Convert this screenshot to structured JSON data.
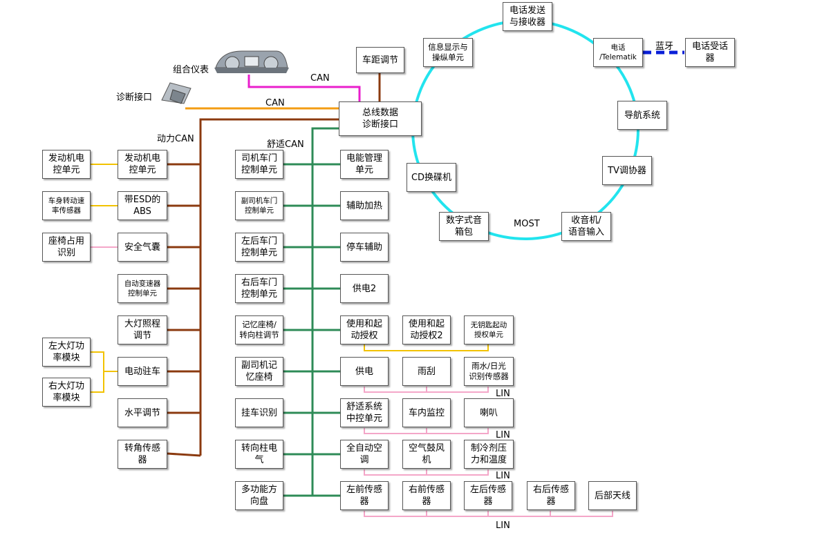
{
  "colors": {
    "powertrain_can": "#8B3A0F",
    "comfort_can": "#2E8B57",
    "diagnostic_can": "#F39C12",
    "cluster_can": "#E91ECC",
    "most_ring": "#22E4EE",
    "bluetooth": "#0A1FD8",
    "sub_link_yellow": "#F2C200",
    "lin_pink": "#F4A6C8"
  },
  "labels": {
    "can_cluster": "CAN",
    "can_diag": "CAN",
    "powertrain_can": "动力CAN",
    "comfort_can": "舒适CAN",
    "most": "MOST",
    "bluetooth": "蓝牙",
    "cluster": "组合仪表",
    "diag_port": "诊断接口",
    "lin": "LIN"
  },
  "icons": {
    "cluster": "instrument-cluster-icon",
    "diag_port": "diagnostic-port-icon"
  },
  "gateway": "总线数据\n诊断接口",
  "distance_control": "车距调节",
  "powertrain": {
    "ecus": [
      "发动机电\n控单元",
      "带ESD的\nABS",
      "安全气囊",
      "自动变速器\n控制单元",
      "大灯照程\n调节",
      "电动驻车",
      "水平调节",
      "转角传感\n器"
    ],
    "sub": [
      "发动机电\n控单元",
      "车身转动速\n率传感器",
      "座椅占用\n识别",
      "左大灯功\n率模块",
      "右大灯功\n率模块"
    ]
  },
  "comfort": {
    "left": [
      "司机车门\n控制单元",
      "副司机车门\n控制单元",
      "左后车门\n控制单元",
      "右后车门\n控制单元",
      "记忆座椅/\n转向柱调节",
      "副司机记\n忆座椅",
      "挂车识别",
      "转向柱电\n气",
      "多功能方\n向盘"
    ],
    "right": [
      "电能管理\n单元",
      "辅助加热",
      "停车辅助",
      "供电2",
      "使用和起\n动授权",
      "供电",
      "舒适系统\n中控单元",
      "全自动空\n调",
      "左前传感\n器"
    ],
    "auth_sub": [
      "使用和起\n动授权2",
      "无钥匙起动\n授权单元"
    ],
    "power_sub": [
      "雨刮",
      "雨水/日光\n识别传感器"
    ],
    "central_sub": [
      "车内监控",
      "喇叭"
    ],
    "ac_sub": [
      "空气鼓风\n机",
      "制冷剂压\n力和温度"
    ],
    "sensor_sub": [
      "右前传感\n器",
      "左后传感\n器",
      "右后传感\n器",
      "后部天线"
    ]
  },
  "most_ring": [
    "电话发送\n与接收器",
    "信息显示与\n操纵单元",
    "电话\n/Telematik",
    "导航系统",
    "TV调协器",
    "收音机/\n语音输入",
    "数字式音\n箱包",
    "CD换碟机"
  ],
  "phone_handset": "电话受话\n器"
}
